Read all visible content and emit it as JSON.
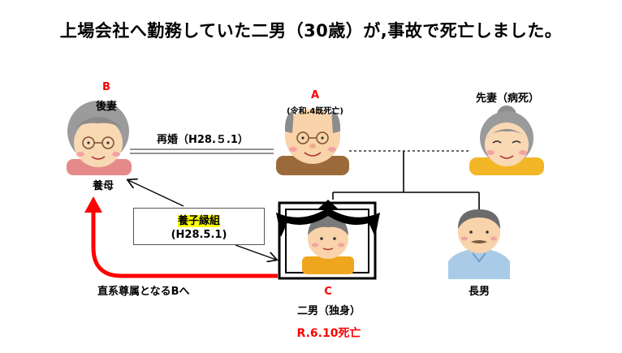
{
  "title": "上場会社へ勤務していた二男（30歳）が,事故で死亡しました。",
  "persons": {
    "b": {
      "letter": "B",
      "role": "後妻",
      "relation": "養母"
    },
    "a": {
      "letter": "A",
      "note": "(令和.4既死亡)"
    },
    "ex_wife": {
      "role": "先妻（病死）"
    },
    "c": {
      "letter": "C",
      "role": "二男（独身）",
      "death": "R.6.10死亡"
    },
    "eldest": {
      "role": "長男"
    }
  },
  "remarriage_label": "再婚（H28.５.1）",
  "adoption": {
    "title": "養子縁組",
    "date": "(H28.5.1)"
  },
  "arrow_label": "直系尊属となるBへ",
  "colors": {
    "accent_red": "#ff0000",
    "highlight": "#ffff00"
  }
}
